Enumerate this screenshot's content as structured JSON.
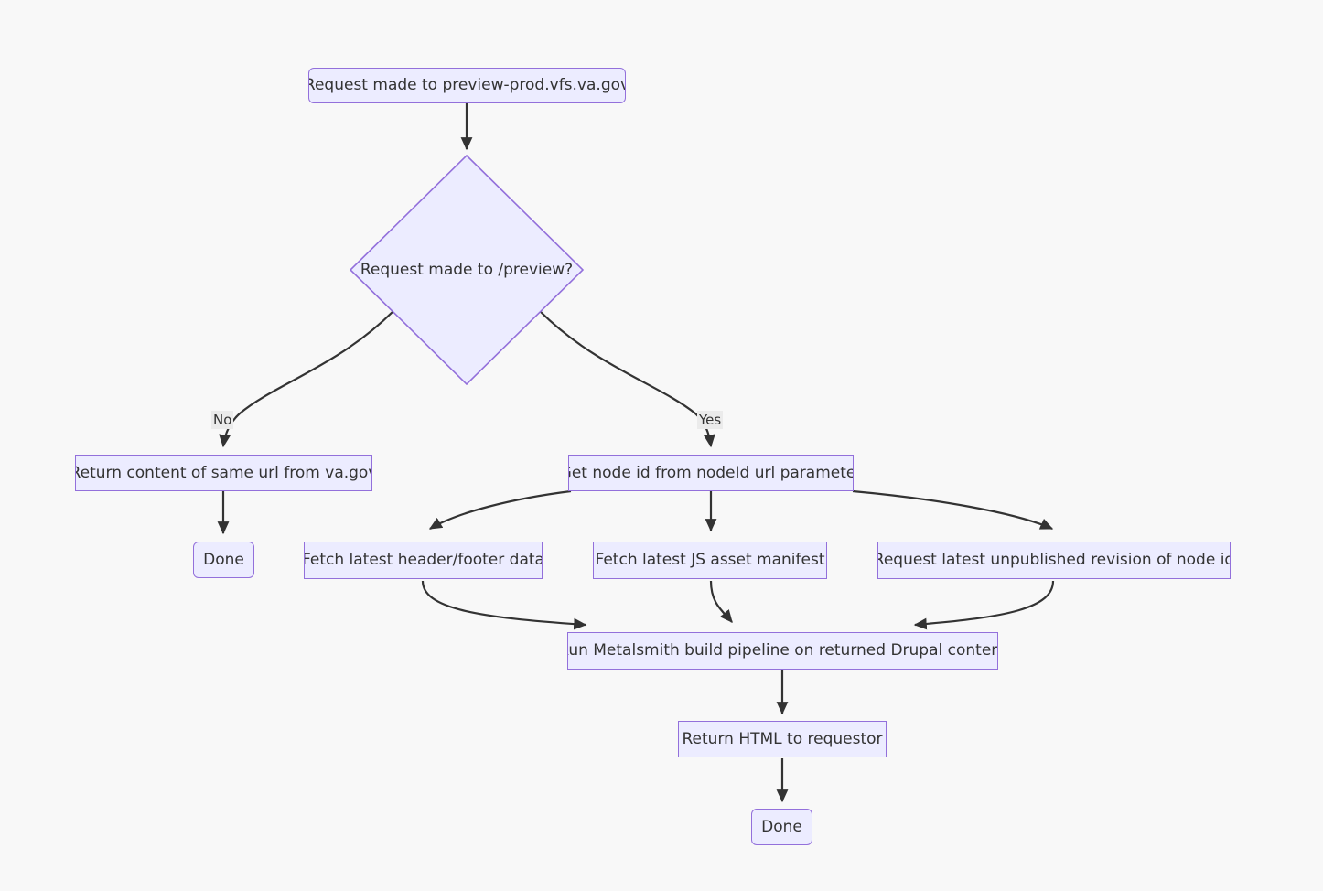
{
  "diagram": {
    "type": "flowchart",
    "title": "Preview server request flow",
    "background_color": "#f8f8f8",
    "node_fill": "#ececff",
    "node_stroke": "#9370db",
    "edge_color": "#333333",
    "edge_label_bg": "#ebebeb",
    "text_color": "#333333",
    "nodes": [
      {
        "id": "start",
        "shape": "rounded-rect",
        "label": "Request made to preview-prod.vfs.va.gov"
      },
      {
        "id": "decision",
        "shape": "diamond",
        "label": "Request made to /preview?"
      },
      {
        "id": "same_url",
        "shape": "rect",
        "label": "Return content of same url from va.gov"
      },
      {
        "id": "done_left",
        "shape": "rounded-rect",
        "label": "Done"
      },
      {
        "id": "get_node_id",
        "shape": "rect",
        "label": "Get node id from nodeId url parameter"
      },
      {
        "id": "header",
        "shape": "rect",
        "label": "Fetch latest header/footer data"
      },
      {
        "id": "manifest",
        "shape": "rect",
        "label": "Fetch latest JS asset manifest"
      },
      {
        "id": "revision",
        "shape": "rect",
        "label": "Request latest unpublished revision of node id"
      },
      {
        "id": "metalsmith",
        "shape": "rect",
        "label": "Run Metalsmith build pipeline on returned Drupal content"
      },
      {
        "id": "return_html",
        "shape": "rect",
        "label": "Return HTML to requestor"
      },
      {
        "id": "done_bottom",
        "shape": "rounded-rect",
        "label": "Done"
      }
    ],
    "edges": [
      {
        "from": "start",
        "to": "decision",
        "label": ""
      },
      {
        "from": "decision",
        "to": "same_url",
        "label": "No"
      },
      {
        "from": "decision",
        "to": "get_node_id",
        "label": "Yes"
      },
      {
        "from": "same_url",
        "to": "done_left",
        "label": ""
      },
      {
        "from": "get_node_id",
        "to": "header",
        "label": ""
      },
      {
        "from": "get_node_id",
        "to": "manifest",
        "label": ""
      },
      {
        "from": "get_node_id",
        "to": "revision",
        "label": ""
      },
      {
        "from": "header",
        "to": "metalsmith",
        "label": ""
      },
      {
        "from": "manifest",
        "to": "metalsmith",
        "label": ""
      },
      {
        "from": "revision",
        "to": "metalsmith",
        "label": ""
      },
      {
        "from": "metalsmith",
        "to": "return_html",
        "label": ""
      },
      {
        "from": "return_html",
        "to": "done_bottom",
        "label": ""
      }
    ],
    "edge_labels": {
      "no": "No",
      "yes": "Yes"
    }
  }
}
